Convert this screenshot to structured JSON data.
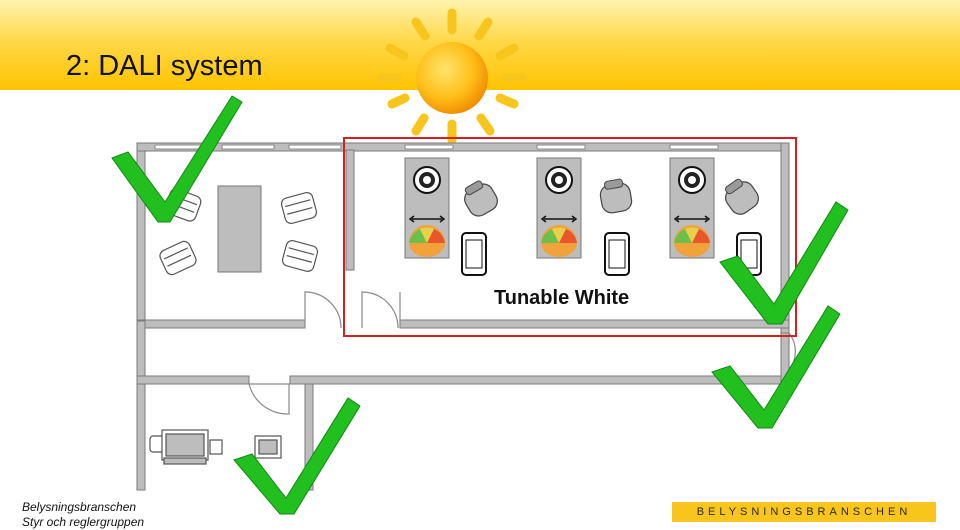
{
  "slide": {
    "title": "2: DALI system",
    "room_label": "Tunable White",
    "footer_line1": "Belysningsbranschen",
    "footer_line2": "Styr och reglergruppen",
    "logo_text": "BELYSNINGSBRANSCHEN"
  },
  "icons": {
    "sun": "sun-icon",
    "check": "check-mark-icon",
    "phone": "smartphone-icon",
    "chair": "office-chair-icon",
    "desk": "desk-icon",
    "color_dial": "color-temperature-dial-icon"
  },
  "colors": {
    "header_yellow": "#ffc400",
    "check_green": "#22c01e",
    "highlight_red": "#d42020",
    "wall_grey": "#bdbdbd",
    "logo_yellow": "#f7c51c"
  }
}
